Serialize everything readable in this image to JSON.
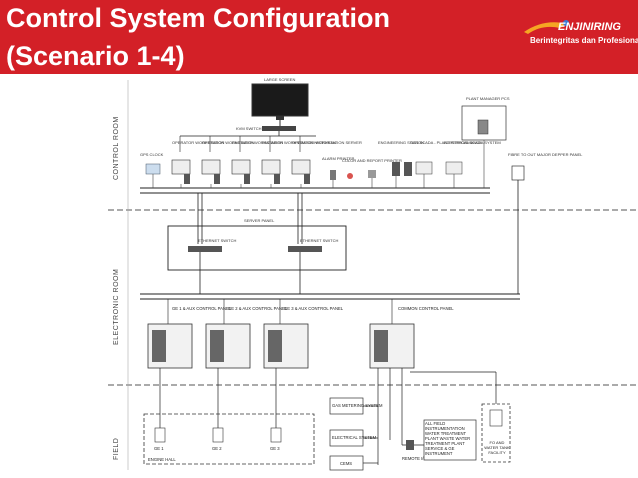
{
  "header": {
    "title_line1": "Control System Configuration",
    "title_line2": "(Scenario 1-4)",
    "brand_color": "#d32027"
  },
  "logo": {
    "name": "ENJINIRING",
    "tagline": "Berintegritas dan Profesional"
  },
  "zones": {
    "control_room": "CONTROL ROOM",
    "electronic_room": "ELECTRONIC ROOM",
    "field": "FIELD"
  },
  "diagram": {
    "large_screen": "LARGE SCREEN",
    "kvm_switch": "KVM SWITCH",
    "plant_manager": "PLANT MANAGER PCS",
    "gps_clock": "GPS CLOCK",
    "operator_station_1": "OPERATOR WORKSTATION",
    "operator_station_2": "OPERATOR WORKSTATION",
    "engineer_station": "ENGINEER WORKSTATION",
    "historian": "ENGINEER WORKSTATION HISTORIAN",
    "operator_station_3": "OPERATOR WORKSTATION SERVER",
    "alarm_printer": "ALARM PRINTER",
    "report_printer": "COLOR AND REPORT PRINTER",
    "engineering_station": "ENGINEERING STATION",
    "gas_scada": "GAS SCADA - PLANT PERFORMANCE",
    "electrical_scada": "ELECTRICAL SCADA SYSTEM",
    "fibre_connector": "FIBRE TO OUT MAJOR DEPPER PANEL",
    "server_panel": "SERVER PANEL",
    "ethernet_switch_1": "ETHERNET SWITCH",
    "ethernet_switch_2": "ETHERNET SWITCH",
    "ge1_panel": "GE 1 & AUX CONTROL PANEL",
    "ge2_panel": "GE 2 & AUX CONTROL PANEL",
    "ge3_panel": "GE 3 & AUX CONTROL PANEL",
    "common_panel": "COMMON CONTROL PANEL",
    "gas_metering": "GAS METERING SYSTEM",
    "electrical_system": "ELECTRICAL SYSTEM",
    "cems": "CEMS",
    "remote_io": "REMOTE I/O",
    "field_instruments": "ALL FIELD INSTRUMENTATION WATER TREATMENT PLANT WASTE WATER TREATMENT PLANT SERVICE & GE INSTRUMENT",
    "tank_facility": "FO AND WATER TANK FACILITY",
    "ge1": "GE 1",
    "ge2": "GE 2",
    "ge3": "GE 3",
    "engine_hall": "ENGINE HALL"
  }
}
